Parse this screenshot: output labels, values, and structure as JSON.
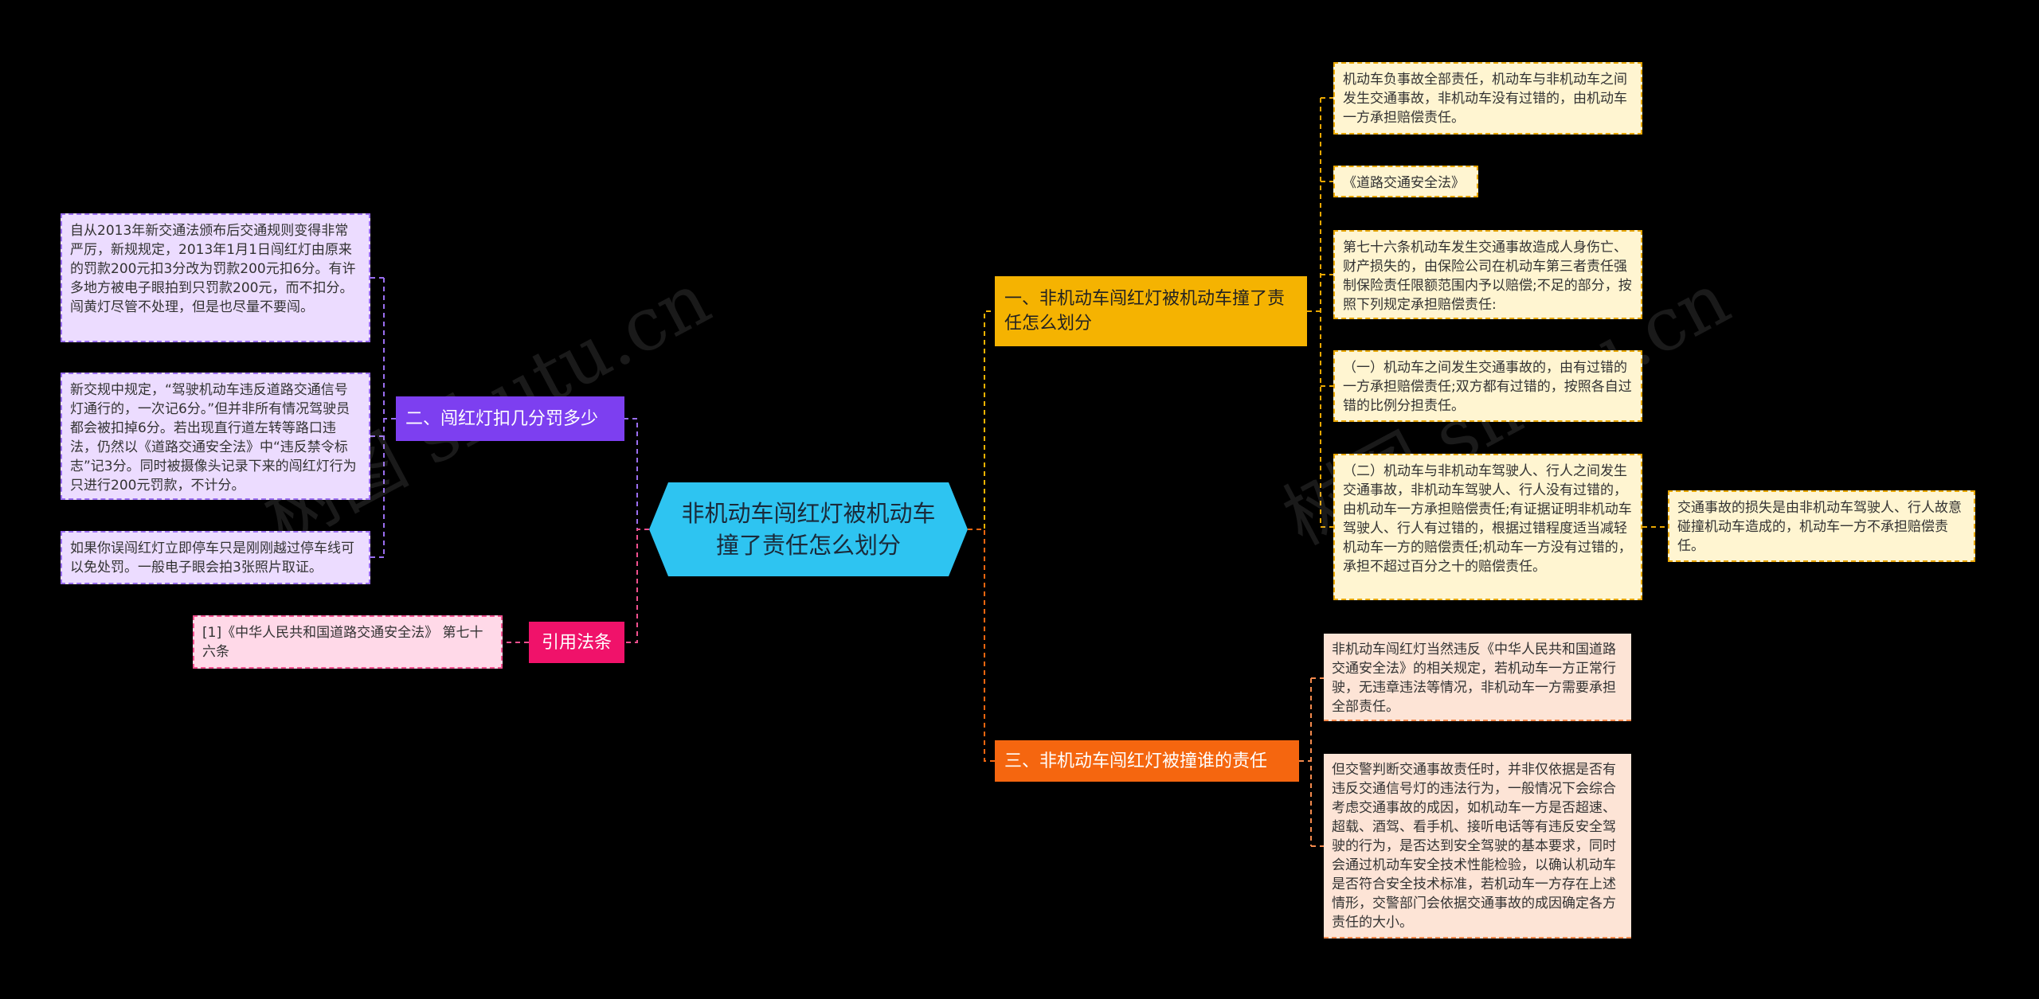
{
  "root": {
    "label": "非机动车闯红灯被机动车撞了责任怎么划分",
    "color": "#2ec4f1"
  },
  "watermark": "树图 shutu.cn",
  "branches": {
    "b1": {
      "label": "一、非机动车闯红灯被机动车撞了责任怎么划分",
      "color": "#f5b301",
      "leaves": [
        "机动车负事故全部责任，机动车与非机动车之间发生交通事故，非机动车没有过错的，由机动车一方承担赔偿责任。",
        "《道路交通安全法》",
        "第七十六条机动车发生交通事故造成人身伤亡、财产损失的，由保险公司在机动车第三者责任强制保险责任限额范围内予以赔偿;不足的部分，按照下列规定承担赔偿责任:",
        "（一）机动车之间发生交通事故的，由有过错的一方承担赔偿责任;双方都有过错的，按照各自过错的比例分担责任。",
        "（二）机动车与非机动车驾驶人、行人之间发生交通事故，非机动车驾驶人、行人没有过错的，由机动车一方承担赔偿责任;有证据证明非机动车驾驶人、行人有过错的，根据过错程度适当减轻机动车一方的赔偿责任;机动车一方没有过错的，承担不超过百分之十的赔偿责任。"
      ],
      "sub_leaf": "交通事故的损失是由非机动车驾驶人、行人故意碰撞机动车造成的，机动车一方不承担赔偿责任。"
    },
    "b2": {
      "label": "二、闯红灯扣几分罚多少",
      "color": "#7d3ff0",
      "leaves": [
        "自从2013年新交通法颁布后交通规则变得非常严厉，新规规定，2013年1月1日闯红灯由原来的罚款200元扣3分改为罚款200元扣6分。有许多地方被电子眼拍到只罚款200元，而不扣分。闯黄灯尽管不处理，但是也尽量不要闯。",
        "新交规中规定，“驾驶机动车违反道路交通信号灯通行的，一次记6分。”但并非所有情况驾驶员都会被扣掉6分。若出现直行道左转等路口违法，仍然以《道路交通安全法》中“违反禁令标志”记3分。同时被摄像头记录下来的闯红灯行为只进行200元罚款，不计分。",
        "如果你误闯红灯立即停车只是刚刚越过停车线可以免处罚。一般电子眼会拍3张照片取证。"
      ]
    },
    "b3": {
      "label": "三、非机动车闯红灯被撞谁的责任",
      "color": "#f5660f",
      "leaves": [
        "非机动车闯红灯当然违反《中华人民共和国道路交通安全法》的相关规定，若机动车一方正常行驶，无违章违法等情况，非机动车一方需要承担全部责任。",
        "但交警判断交通事故责任时，并非仅依据是否有违反交通信号灯的违法行为，一般情况下会综合考虑交通事故的成因，如机动车一方是否超速、超载、酒驾、看手机、接听电话等有违反安全驾驶的行为，是否达到安全驾驶的基本要求，同时会通过机动车安全技术性能检验，以确认机动车是否符合安全技术标准，若机动车一方存在上述情形，交警部门会依据交通事故的成因确定各方责任的大小。"
      ]
    },
    "b4": {
      "label": "引用法条",
      "color": "#f0126a",
      "leaves": [
        "[1]《中华人民共和国道路交通安全法》 第七十六条"
      ]
    }
  }
}
